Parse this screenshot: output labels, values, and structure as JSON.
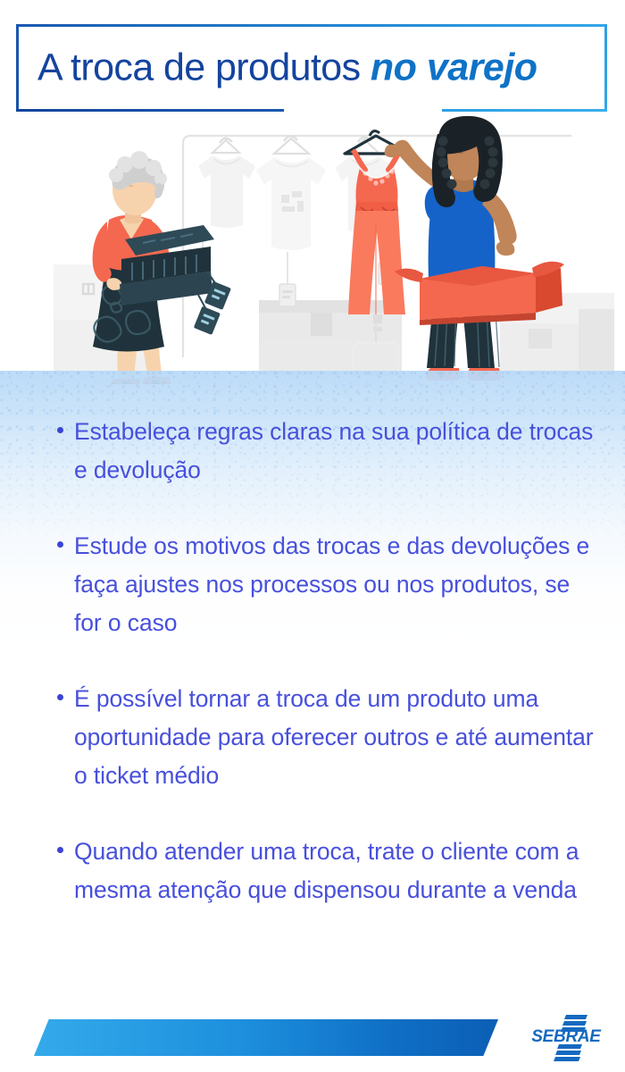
{
  "title": {
    "line_main": "A troca de produtos ",
    "line_accent": "no varejo",
    "color_main": "#14449E",
    "color_accent": "#0F72C6"
  },
  "illustration": {
    "alt": "Duas mulheres trocando produtos em uma loja de roupas",
    "scene_name": "retail-exchange-illustration",
    "colors": {
      "coral": "#F4684F",
      "coral_light": "#FA7A5E",
      "blue_shirt": "#1563C8",
      "dark_navy": "#263238",
      "skin_light": "#F5C8A0",
      "skin_dark": "#C08558",
      "hair_grey": "#CFCFCF",
      "hair_black": "#1B2227",
      "background_grey": "#ECECEC"
    },
    "elements": [
      "older-woman-holding-folded-clothes",
      "clothing-rail-with-hangers",
      "white-tshirts-background",
      "price-tags",
      "coral-jumpsuit-on-hanger",
      "young-woman-holding-open-box",
      "cardboard-boxes-background"
    ]
  },
  "bullets": [
    {
      "text": "Estabeleça regras claras na sua política de trocas e devolução"
    },
    {
      "text": "Estude os motivos das trocas e das devoluções e faça ajustes nos processos ou nos produtos, se for o caso"
    },
    {
      "text": "É possível tornar a troca de um produto uma oportunidade para oferecer outros e até aumentar o ticket médio"
    },
    {
      "text": "Quando atender uma troca, trate o cliente com a mesma atenção que dispensou durante a venda"
    }
  ],
  "bullet_style": {
    "text_color": "#4850DC",
    "dot_color": "#3B44D4"
  },
  "footer": {
    "logo_text": "SEBRAE",
    "logo_color": "#1569C0",
    "bar_gradient_start": "#34AAEB",
    "bar_gradient_end": "#0B5FB5"
  },
  "background": {
    "top_color": "#FFFFFF",
    "band_color": "#B9D9F7"
  }
}
